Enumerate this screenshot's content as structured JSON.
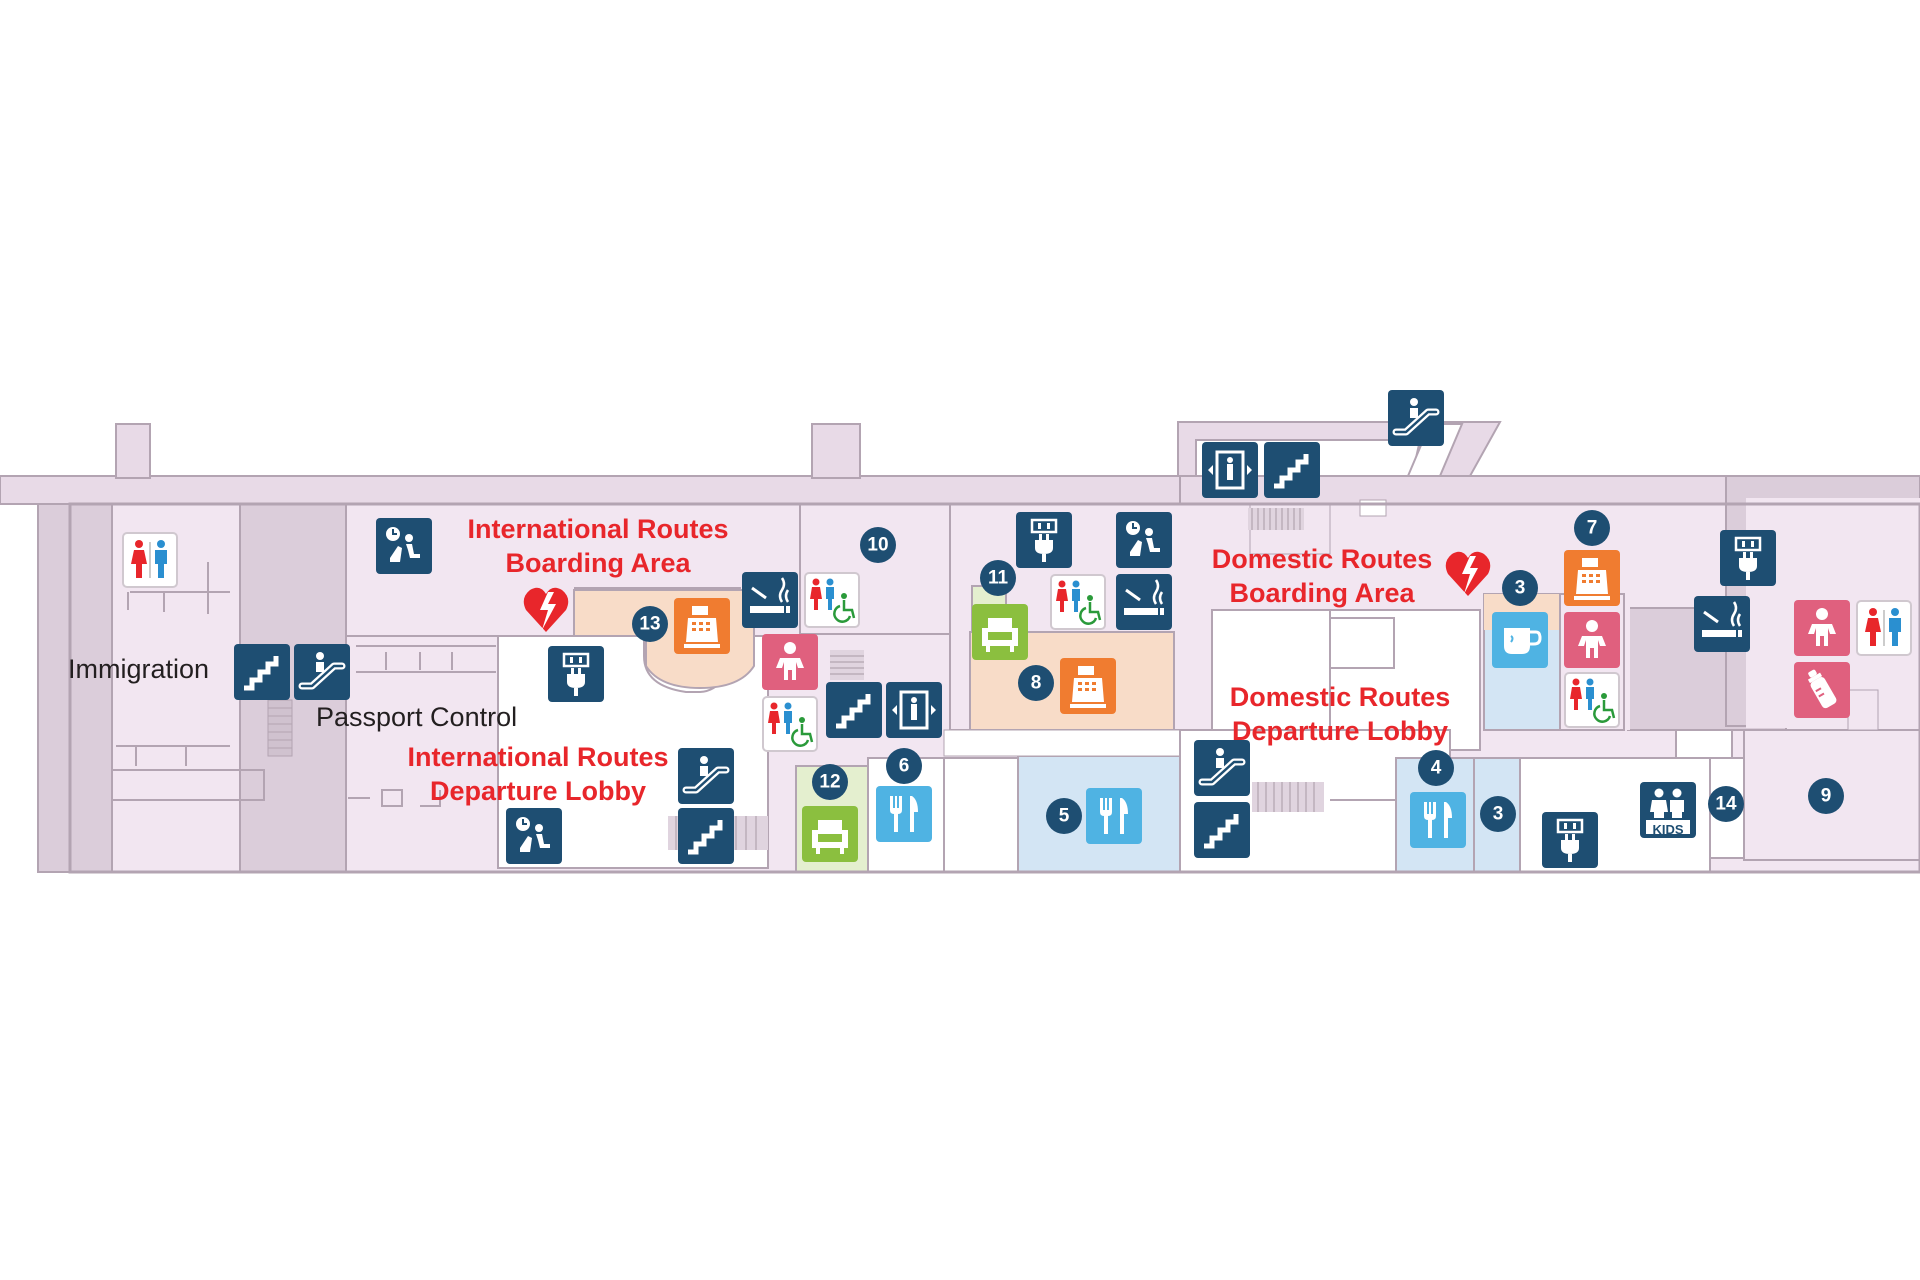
{
  "labels": {
    "intl_boarding_1": "International Routes",
    "intl_boarding_2": "Boarding Area",
    "intl_departure_1": "International Routes",
    "intl_departure_2": "Departure Lobby",
    "dom_boarding_1": "Domestic Routes",
    "dom_boarding_2": "Boarding Area",
    "dom_departure_1": "Domestic Routes",
    "dom_departure_2": "Departure Lobby",
    "immigration": "Immigration",
    "passport_control": "Passport Control"
  },
  "numbers": [
    "3",
    "3",
    "4",
    "5",
    "6",
    "7",
    "8",
    "9",
    "10",
    "11",
    "12",
    "13",
    "14"
  ],
  "kids_text": "KIDS",
  "icon_names": [
    "restroom-icon",
    "accessible-restroom-icon",
    "stairs-icon",
    "escalator-icon",
    "elevator-icon",
    "waiting-area-icon",
    "charging-icon",
    "smoking-area-icon",
    "aed-icon",
    "shop-register-icon",
    "lounge-icon",
    "restaurant-icon",
    "cafe-icon",
    "nursing-room-icon",
    "baby-bottle-icon",
    "kids-area-icon"
  ],
  "colors": {
    "floor": "#f2e6f1",
    "wall": "#b3a4b2",
    "dark_zone": "#dbcdda",
    "corridor": "#e8dae7",
    "navy_icon": "#1e4e72",
    "pink_icon": "#e0607e",
    "orange_icon": "#f07c30",
    "green_icon": "#8bbf3f",
    "light_blue_icon": "#4fb3e3",
    "red_text": "#e8262b",
    "peach_zone": "#f8dcc8",
    "blue_zone": "#d3e5f4",
    "green_zone": "#e4efcf"
  }
}
